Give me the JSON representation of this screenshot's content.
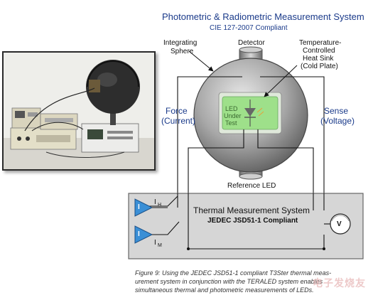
{
  "title": "Photometric & Radiometric Measurement System",
  "subtitle": "CIE 127-2007 Compliant",
  "labels": {
    "integrating_sphere": [
      "Integrating",
      "Sphere"
    ],
    "detector": "Detector",
    "heat_sink": [
      "Temperature-",
      "Controlled",
      "Heat Sink",
      "(Cold Plate)"
    ],
    "force": [
      "Force",
      "(Current)"
    ],
    "sense": [
      "Sense",
      "(Voltage)"
    ],
    "led": [
      "LED",
      "Under",
      "Test"
    ],
    "reference_led": "Reference LED"
  },
  "thermal_box": {
    "title": "Thermal Measurement System",
    "subtitle": "JEDEC JSD51-1 Compliant",
    "amp_top": "I",
    "amp_bottom": "I",
    "current_h": "I",
    "current_h_sub": "H",
    "current_m": "I",
    "current_m_sub": "M",
    "meter": "V"
  },
  "caption": [
    "Figure 9: Using the JEDEC JSD51-1 compliant T3Ster thermal meas-",
    "urement system in conjunction with the TERALED system enables",
    "simultaneous thermal and photometric measurements of LEDs."
  ],
  "watermark": "电子发烧友",
  "colors": {
    "blue_text": "#1a3a8a",
    "sphere": "#9a9a9a",
    "led_panel": "#9ee08a",
    "amp": "#3a8fd6",
    "box": "#d6d6d6"
  }
}
